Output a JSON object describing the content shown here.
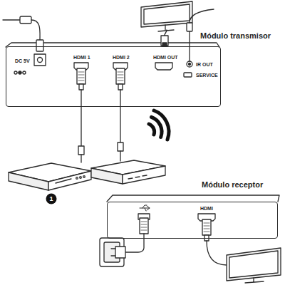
{
  "diagram": {
    "nodes": [
      {
        "text": [
          "Módulo transmisor",
          "DC 5V",
          "HDMI 1",
          "HDMI 2",
          "HDMI OUT",
          "IR OUT",
          "SERVICE"
        ]
      },
      {
        "text": [
          "Módulo receptor",
          "HDMI"
        ]
      }
    ],
    "labels": [
      "1"
    ]
  }
}
